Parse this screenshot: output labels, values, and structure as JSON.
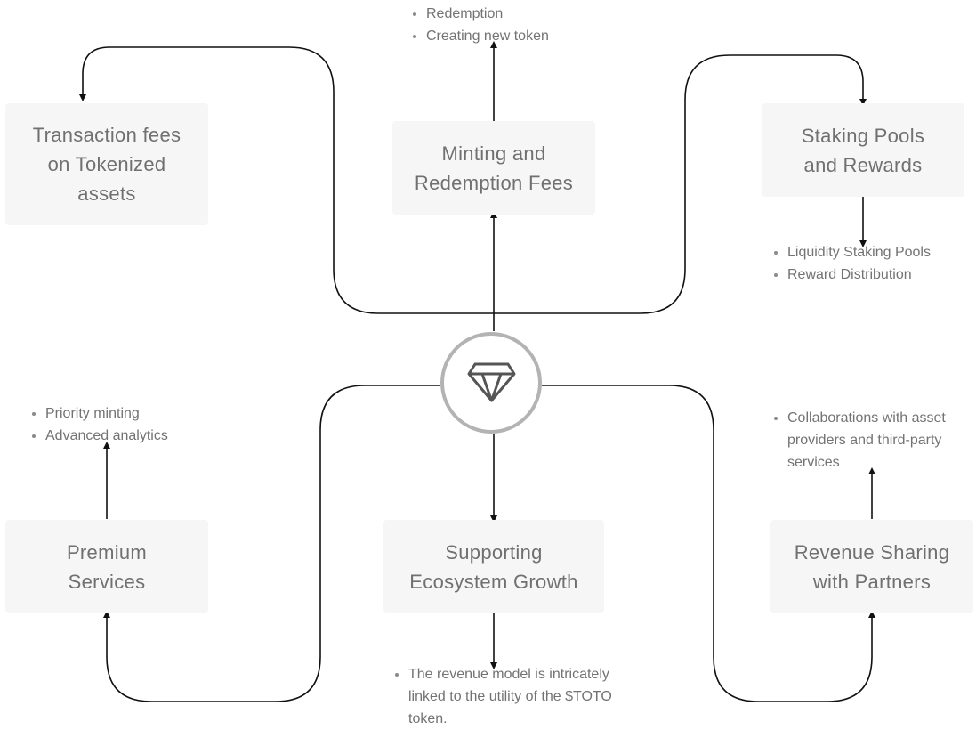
{
  "hub": {
    "icon": "diamond-icon"
  },
  "nodes": {
    "transaction_fees": {
      "label": "Transaction fees\non Tokenized\nassets"
    },
    "minting": {
      "label": "Minting and\nRedemption Fees",
      "notes": [
        "Redemption",
        "Creating new token"
      ]
    },
    "staking": {
      "label": "Staking Pools\nand Rewards",
      "notes": [
        "Liquidity Staking Pools",
        "Reward Distribution"
      ]
    },
    "premium": {
      "label": "Premium\nServices",
      "notes": [
        "Priority minting",
        "Advanced analytics"
      ]
    },
    "ecosystem": {
      "label": "Supporting\nEcosystem Growth",
      "notes": [
        "The revenue model is intricately linked to the utility of the $TOTO token."
      ]
    },
    "revenue_sharing": {
      "label": "Revenue Sharing\nwith Partners",
      "notes": [
        "Collaborations with asset providers and third-party services"
      ]
    }
  }
}
